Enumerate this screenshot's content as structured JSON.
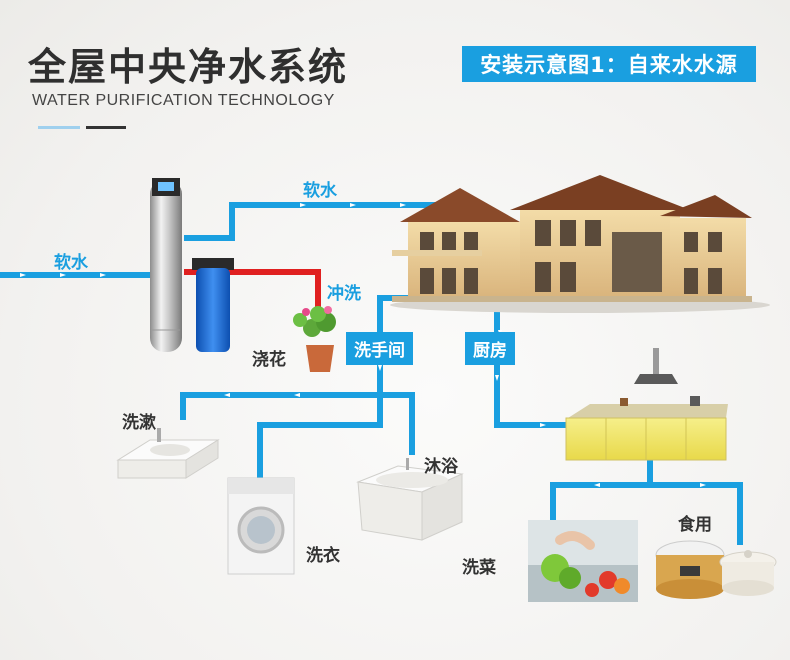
{
  "title": "全屋中央净水系统",
  "subtitle": "WATER PURIFICATION TECHNOLOGY",
  "banner": "安装示意图1：自来水水源",
  "colors": {
    "pipe_blue": "#1a9fe0",
    "pipe_red": "#e02020",
    "accent": "#1a9fe0"
  },
  "labels": {
    "soft_water_in": "软水",
    "soft_water_top": "软水",
    "flush": "冲洗",
    "watering": "浇花",
    "bathroom": "洗手间",
    "kitchen": "厨房",
    "wash_face": "洗漱",
    "bath": "沐浴",
    "laundry": "洗衣",
    "wash_veg": "洗菜",
    "cooking": "食用"
  },
  "icons": [
    "water-softener-tank-icon",
    "blue-filter-icon",
    "house-icon",
    "flower-pot-icon",
    "washbasin-icon",
    "washing-machine-icon",
    "bathtub-icon",
    "range-hood-icon",
    "kitchen-cabinet-icon",
    "vegetable-washing-icon",
    "rice-cooker-icon",
    "pot-icon"
  ]
}
